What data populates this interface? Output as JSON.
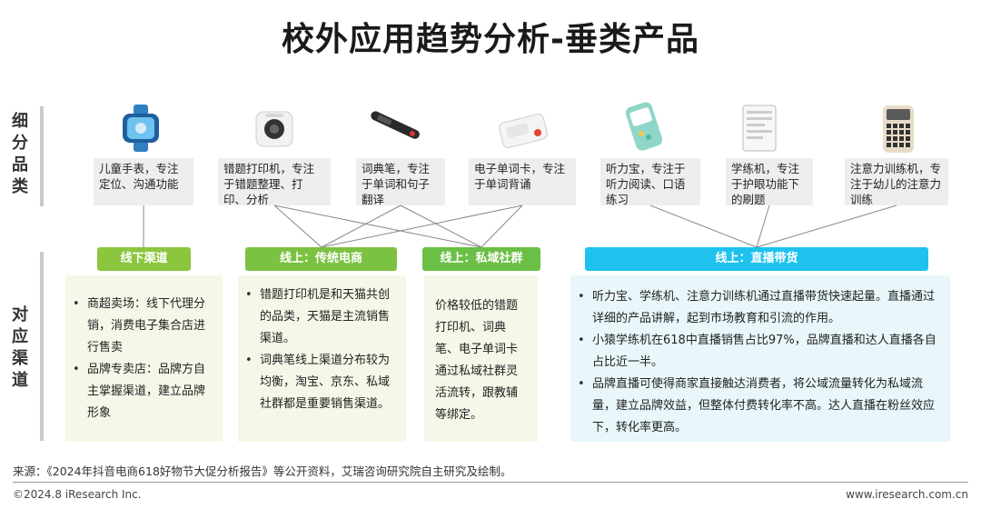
{
  "title": "校外应用趋势分析-垂类产品",
  "section_labels": {
    "segments": "细分品类",
    "channels": "对应渠道"
  },
  "products": [
    {
      "icon": "kids-watch-icon",
      "text": "儿童手表，专注定位、沟通功能"
    },
    {
      "icon": "error-printer-icon",
      "text": "错题打印机，专注于错题整理、打印、分析"
    },
    {
      "icon": "dictionary-pen-icon",
      "text": "词典笔，专注于单词和句子翻译"
    },
    {
      "icon": "word-card-icon",
      "text": "电子单词卡，专注于单词背诵"
    },
    {
      "icon": "listening-device-icon",
      "text": "听力宝，专注于听力阅读、口语练习"
    },
    {
      "icon": "study-machine-icon",
      "text": "学练机，专注于护眼功能下的刷题"
    },
    {
      "icon": "attention-trainer-icon",
      "text": "注意力训练机，专注于幼儿的注意力训练"
    }
  ],
  "channels": [
    {
      "label": "线下渠道",
      "color": "#8cc63f"
    },
    {
      "label": "线上：传统电商",
      "color": "#7cc242"
    },
    {
      "label": "线上：私域社群",
      "color": "#6bbf46"
    },
    {
      "label": "线上：直播带货",
      "color": "#1ec2ec"
    }
  ],
  "panels": {
    "offline": {
      "items": [
        "商超卖场：线下代理分销，消费电子集合店进行售卖",
        "品牌专卖店：品牌方自主掌握渠道，建立品牌形象"
      ]
    },
    "ecommerce": {
      "items": [
        "错题打印机是和天猫共创的品类，天猫是主流销售渠道。",
        "词典笔线上渠道分布较为均衡，淘宝、京东、私域社群都是重要销售渠道。"
      ]
    },
    "private": {
      "text": "价格较低的错题打印机、词典笔、电子单词卡通过私域社群灵活流转，跟教辅等绑定。"
    },
    "livestream": {
      "items": [
        "听力宝、学练机、注意力训练机通过直播带货快速起量。直播通过详细的产品讲解，起到市场教育和引流的作用。",
        "小猿学练机在618中直播销售占比97%，品牌直播和达人直播各自占比近一半。",
        "品牌直播可使得商家直接触达消费者，将公域流量转化为私域流量，建立品牌效益，但整体付费转化率不高。达人直播在粉丝效应下，转化率更高。"
      ]
    }
  },
  "footer": {
    "source": "来源：《2024年抖音电商618好物节大促分析报告》等公开资料，艾瑞咨询研究院自主研究及绘制。",
    "copyright": "©2024.8 iResearch Inc.",
    "website": "www.iresearch.com.cn"
  }
}
